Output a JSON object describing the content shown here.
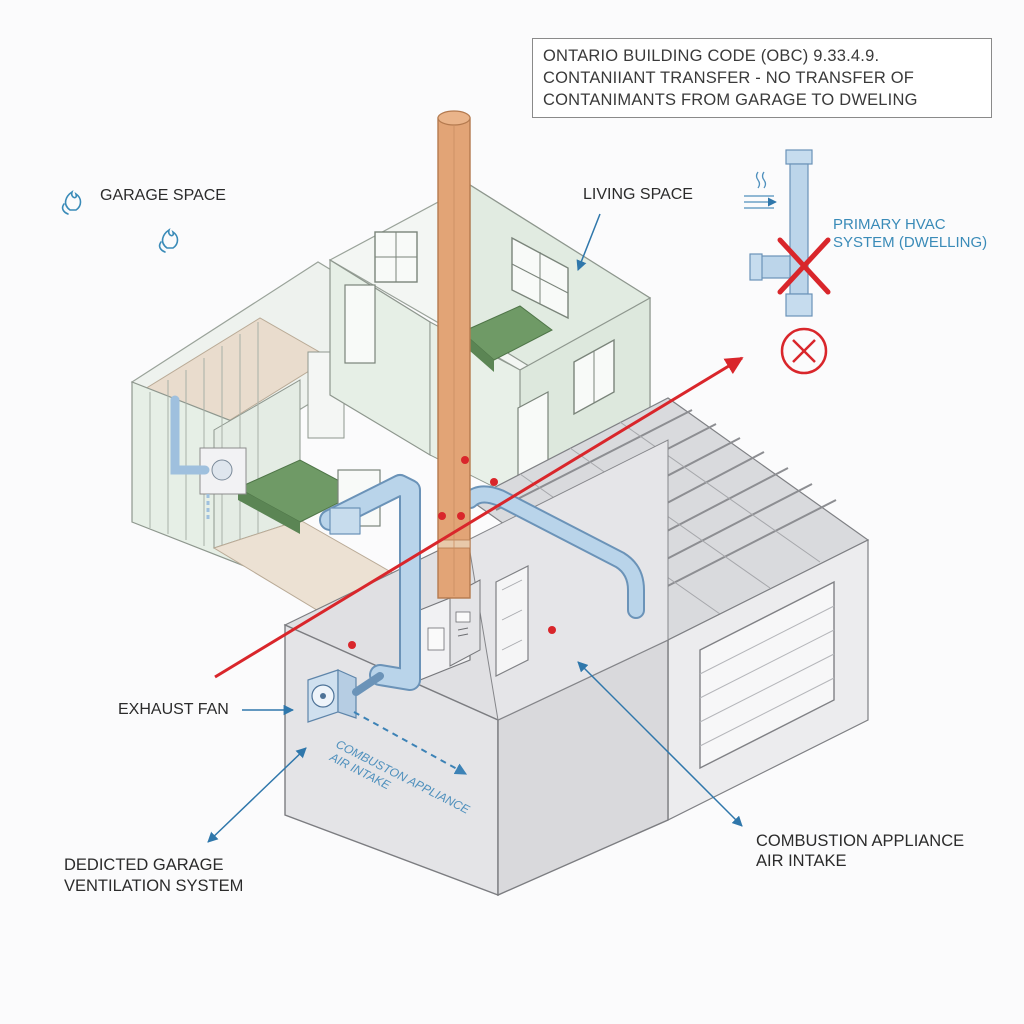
{
  "code_note": {
    "line1": "ONTARIO BUILDING CODE (OBC) 9.33.4.9.",
    "line2": "CONTANIIANT TRANSFER - NO TRANSFER OF",
    "line3": "CONTANIMANTS FROM GARAGE TO DWELING"
  },
  "labels": {
    "garage_space": "GARAGE SPACE",
    "living_space": "LIVING SPACE",
    "primary_hvac_line1": "PRIMARY HVAC",
    "primary_hvac_line2": "SYSTEM (DWELLING)",
    "exhaust_fan": "EXHAUST FAN",
    "duct_label_line1": "COMBUSTON APPLIANCE",
    "duct_label_line2": "AIR INTAKE",
    "dedicated_line1": "DEDICTED GARAGE",
    "dedicated_line2": "VENTILATION SYSTEM",
    "combustion_line1": "COMBUSTION APPLIANCE",
    "combustion_line2": "AIR INTAKE"
  },
  "colors": {
    "duct_blue": "#b9d4ea",
    "duct_stroke": "#6b93b8",
    "flue_orange": "#e2a476",
    "warning_red": "#d9262b",
    "arrow_blue": "#2f77ab",
    "wall_green": "#e6efe6",
    "garage_gray": "#e8e8ea",
    "bed_green": "#6f9a66"
  },
  "icons": {
    "garage_fume": "fume-icon",
    "airflow": "airflow-icon",
    "prohibited_cross": "cross-icon",
    "prohibited_circle": "prohibited-icon"
  }
}
